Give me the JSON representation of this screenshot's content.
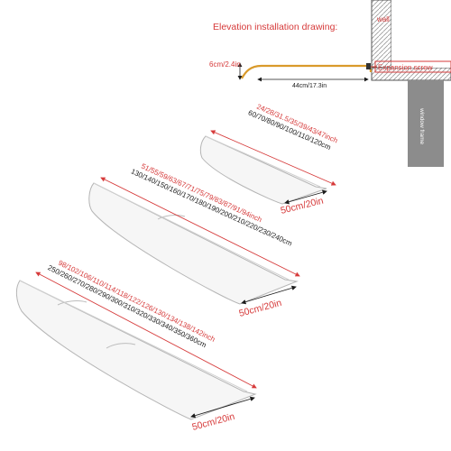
{
  "elevation": {
    "title": "Elevation installation drawing:",
    "wall_label": "wall",
    "height_label": "6cm/2.4in",
    "depth_label": "44cm/17.3in",
    "screw_label": "Expansion screw",
    "frame_label": "window frame"
  },
  "boards": [
    {
      "inch_sizes": "24/28/31.5/35/39/43/47inch",
      "cm_sizes": "60/70/80/90/100/110/120cm",
      "width_label": "50cm/20in"
    },
    {
      "inch_sizes": "51/55/59/63/67/71/75/79/83/87/91/94inch",
      "cm_sizes": "130/140/150/160/170/180/190/200/210/220/230/240cm",
      "width_label": "50cm/20in"
    },
    {
      "inch_sizes": "98/102/106/110/114/118/122/126/130/134/138/142inch",
      "cm_sizes": "250/260/270/280/290/300/310/320/330/340/350/360cm",
      "width_label": "50cm/20in"
    }
  ],
  "colors": {
    "dimension_red": "#d63a3a",
    "board_gold": "#d99a2b",
    "wall_gray": "#7a7a7a",
    "frame_gray": "#8c8c8c"
  }
}
